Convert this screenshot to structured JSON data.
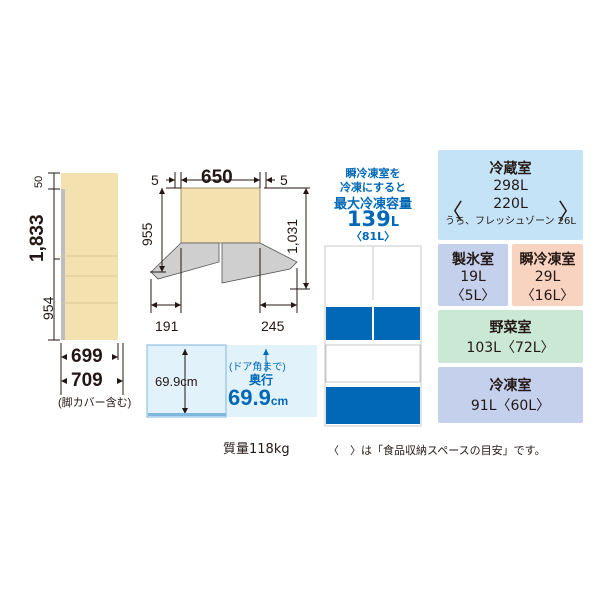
{
  "side_view": {
    "dim_top": "50",
    "dim_height": "1,833",
    "dim_lower": "954",
    "width_body": "699",
    "width_with_feet": "709",
    "feet_note": "(脚カバー含む)"
  },
  "top_view": {
    "width": "650",
    "gap_left": "5",
    "gap_right": "5",
    "depth_body": "955",
    "depth_open": "1,031",
    "swing_left": "191",
    "swing_right": "245"
  },
  "door_box": {
    "inner_value": "69.9cm",
    "note": "(ドア角まで)",
    "label": "奥行",
    "value_big": "69.9",
    "value_unit": "cm"
  },
  "freeze_info": {
    "line1": "瞬冷凍室を",
    "line2": "冷凍にすると",
    "line3": "最大冷凍容量",
    "value": "139",
    "unit": "L",
    "paren": "〈81L〉"
  },
  "panels": {
    "refrigerator": {
      "title": "冷蔵室",
      "total": "298L",
      "sub_value": "220L",
      "sub_note": "うち、フレッシュゾーン 26L",
      "bracket_left": "〈",
      "bracket_right": "〉",
      "color": "#c5e3f6"
    },
    "ice": {
      "title": "製氷室",
      "value": "19L",
      "paren": "〈5L〉",
      "color": "#c4d0ec"
    },
    "instant": {
      "title": "瞬冷凍室",
      "value": "29L",
      "paren": "〈16L〉",
      "color": "#f7d3c0"
    },
    "vegetable": {
      "title": "野菜室",
      "value": "103L〈72L〉",
      "color": "#cbe8d4"
    },
    "freezer": {
      "title": "冷凍室",
      "value": "91L〈60L〉",
      "color": "#c4d0ec"
    }
  },
  "footer": {
    "weight": "質量118kg",
    "bracket_note": "〈　〉は「食品収納スペースの目安」です。"
  },
  "colors": {
    "accent_blue": "#0068b7",
    "body_beige": "#f4e1b0",
    "line": "#231815"
  }
}
